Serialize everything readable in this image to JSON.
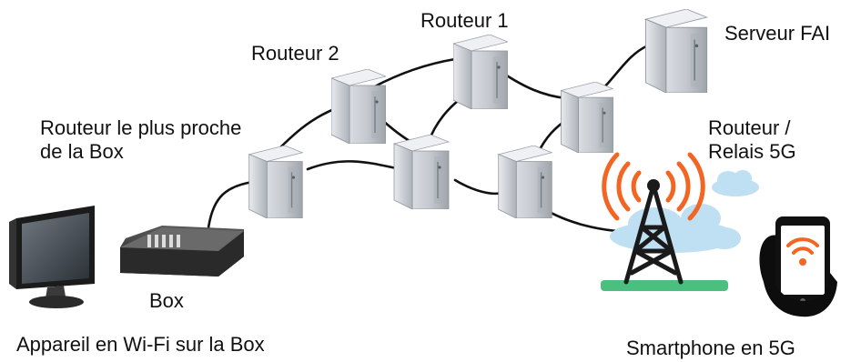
{
  "labels": {
    "routeur1": "Routeur 1",
    "routeur2": "Routeur 2",
    "serveur_fai": "Serveur FAI",
    "routeur_proche": "Routeur le plus proche de la Box",
    "routeur_relais": "Routeur / Relais 5G",
    "box": "Box",
    "appareil": "Appareil en Wi-Fi sur la Box",
    "smartphone": "Smartphone en 5G"
  },
  "colors": {
    "server_body": "#b9bdc4",
    "server_side": "#8e939b",
    "cable": "#111111",
    "signal": "#f26522",
    "tower": "#1a1a1a",
    "cloud": "#bfe0f2",
    "ground": "#4bbf7f",
    "phone": "#111111",
    "hand": "#0d0d0d"
  },
  "icons": {
    "server": "server-tower-icon",
    "box": "modem-box-icon",
    "monitor": "computer-monitor-icon",
    "tower": "antenna-tower-icon",
    "phone": "smartphone-icon"
  }
}
